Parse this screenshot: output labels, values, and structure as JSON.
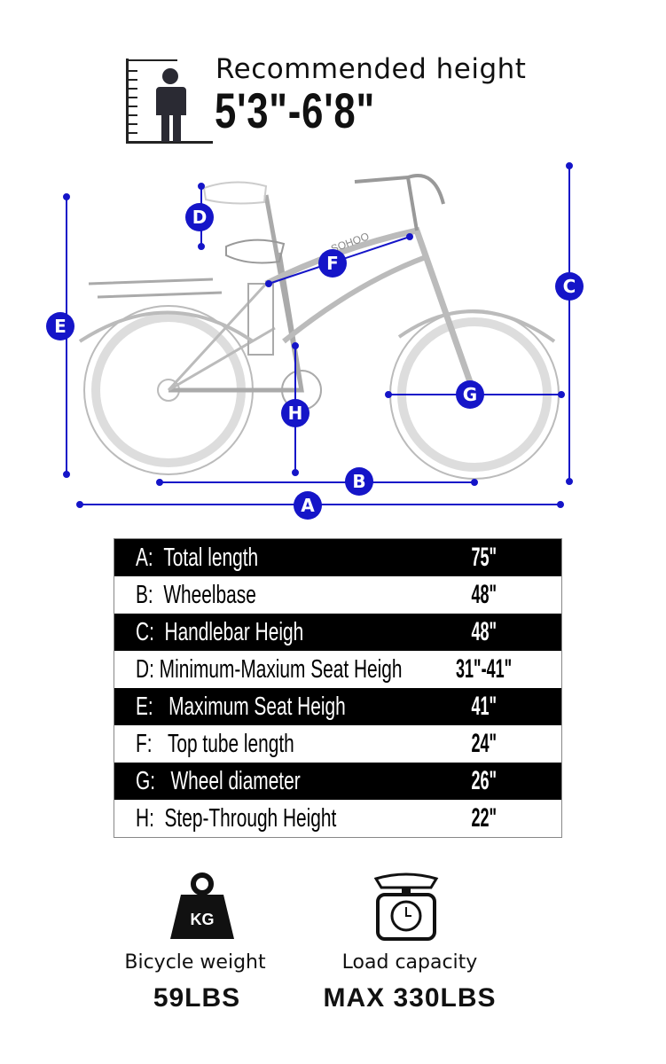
{
  "header": {
    "title": "Recommended height",
    "value": "5'3\"-6'8\""
  },
  "diagram": {
    "labels": [
      "A",
      "B",
      "C",
      "D",
      "E",
      "F",
      "G",
      "H"
    ],
    "frame_brand": "SOHOO",
    "accent_color": "#1515c8"
  },
  "specs": [
    {
      "key": "A:",
      "name": "Total length",
      "value": "75\""
    },
    {
      "key": "B:",
      "name": "Wheelbase",
      "value": "48\""
    },
    {
      "key": "C:",
      "name": "Handlebar Heigh",
      "value": "48\""
    },
    {
      "key": "D:",
      "name": "Minimum-Maxium Seat Heigh",
      "value": "31\"-41\""
    },
    {
      "key": "E:",
      "name": "Maximum Seat Heigh",
      "value": "41\""
    },
    {
      "key": "F:",
      "name": "Top tube length",
      "value": "24\""
    },
    {
      "key": "G:",
      "name": "Wheel diameter",
      "value": "26\""
    },
    {
      "key": "H:",
      "name": "Step-Through Height",
      "value": "22\""
    }
  ],
  "weight": {
    "icon_text": "KG",
    "label": "Bicycle weight",
    "value": "59LBS"
  },
  "load": {
    "label": "Load capacity",
    "value": "MAX 330LBS"
  }
}
